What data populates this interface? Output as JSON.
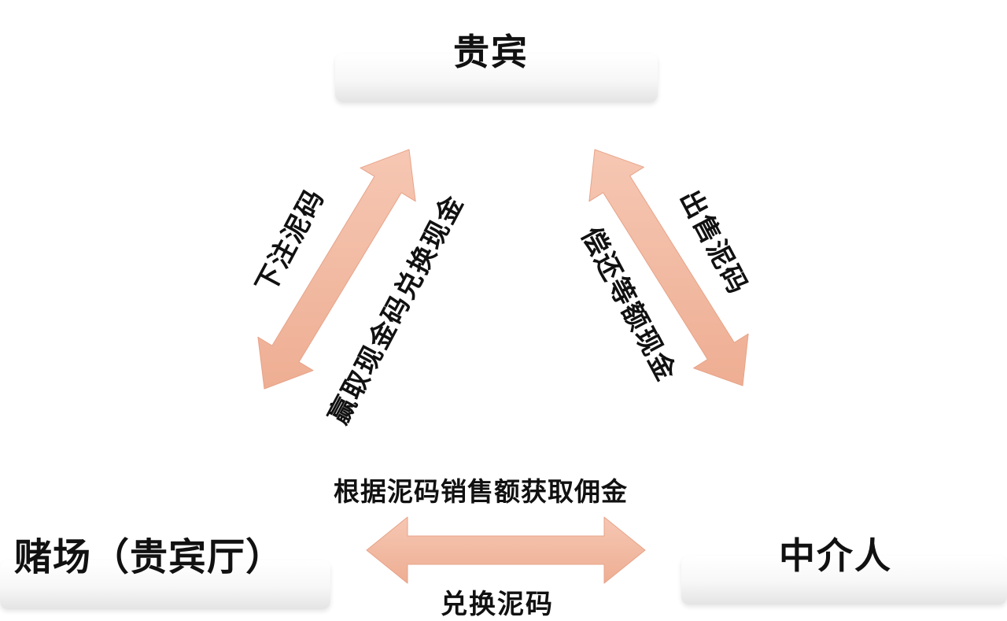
{
  "nodes": {
    "guest": "贵宾",
    "casino": "赌场（贵宾厅）",
    "agent": "中介人"
  },
  "labels": {
    "bet_chips": "下注泥码",
    "win_cash": "赢取现金码兑换现金",
    "sell_chips": "出售泥码",
    "repay_cash": "偿还等额现金",
    "commission": "根据泥码销售额获取佣金",
    "exchange_chips": "兑换泥码"
  },
  "colors": {
    "arrow_fill": "#f2b9a1",
    "arrow_edge": "#e7a389"
  }
}
